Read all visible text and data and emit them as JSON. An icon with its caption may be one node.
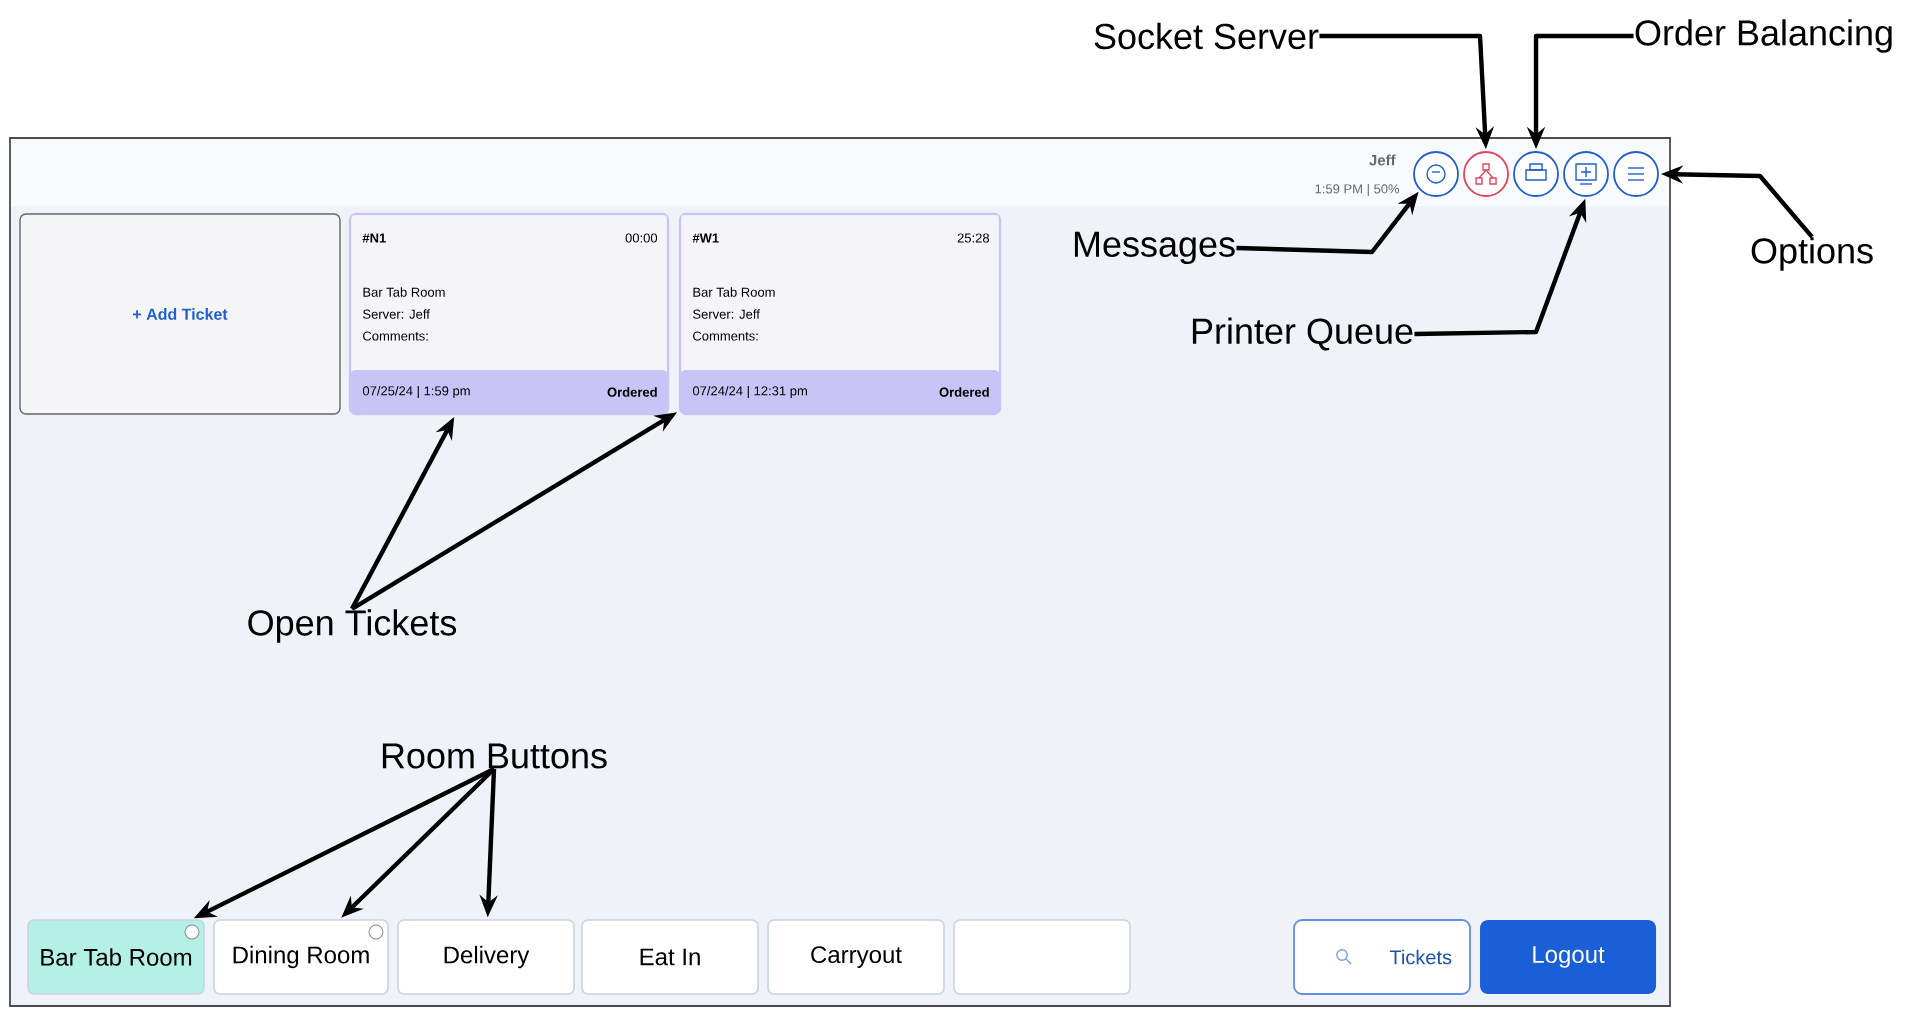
{
  "diagram": {
    "nodes": [
      {
        "text": [],
        "shape": "box"
      },
      {
        "text": [
          "+ Add Ticket"
        ],
        "in": 0
      },
      {
        "text": [
          "#N1",
          "00:00",
          "Bar Tab Room",
          "Server: Jeff",
          "Comments:",
          "07/25/24 | 1:59 pm",
          "Ordered"
        ],
        "in": 0
      },
      {
        "text": [
          "#W1",
          "25:28",
          "Bar Tab Room",
          "Server: Jeff",
          "Comments:",
          "07/24/24 | 12:31 pm",
          "Ordered"
        ],
        "in": 0
      },
      {
        "text": [],
        "shape": "circle",
        "in": 0
      },
      {
        "text": [],
        "shape": "circle",
        "in": 0
      },
      {
        "text": [],
        "shape": "circle",
        "in": 0
      },
      {
        "text": [],
        "shape": "circle",
        "in": 0
      },
      {
        "text": [],
        "shape": "circle",
        "in": 0
      },
      {
        "text": [
          "Bar Tab Room"
        ],
        "in": 0
      },
      {
        "text": [
          "Dining Room"
        ],
        "in": 0
      },
      {
        "text": [
          "Delivery"
        ],
        "in": 0
      },
      {
        "text": [
          "Eat In"
        ],
        "in": 0
      },
      {
        "text": [
          "Carryout"
        ],
        "in": 0
      },
      {
        "text": [],
        "shape": "box",
        "in": 0
      },
      {
        "text": [
          "Tickets"
        ],
        "in": 0
      },
      {
        "text": [
          "Logout"
        ],
        "in": 0
      },
      {
        "text": [
          "Socket Server"
        ]
      },
      {
        "text": [
          "Order Balancing"
        ]
      },
      {
        "text": [
          "Messages"
        ],
        "in": 0
      },
      {
        "text": [
          "Options"
        ]
      },
      {
        "text": [
          "Printer Queue"
        ],
        "in": 0
      },
      {
        "text": [
          "Open Tickets"
        ],
        "in": 0
      },
      {
        "text": [
          "Room Buttons"
        ],
        "in": 0
      }
    ],
    "edges": [
      {
        "from": 17,
        "to": 5,
        "arrow": "to"
      },
      {
        "from": 18,
        "to": 6,
        "arrow": "to"
      },
      {
        "from": 19,
        "to": 4,
        "arrow": "to"
      },
      {
        "from": 20,
        "to": 8,
        "arrow": "to"
      },
      {
        "from": 21,
        "to": 7,
        "arrow": "to"
      },
      {
        "from": 22,
        "to": 2,
        "arrow": "to"
      },
      {
        "from": 22,
        "to": 3,
        "arrow": "to"
      },
      {
        "from": 23,
        "to": 9,
        "arrow": "to"
      },
      {
        "from": 23,
        "to": 10,
        "arrow": "to"
      },
      {
        "from": 23,
        "to": 11,
        "arrow": "to"
      }
    ],
    "labels": [
      "Jeff",
      "1:59 PM | 50%"
    ]
  }
}
